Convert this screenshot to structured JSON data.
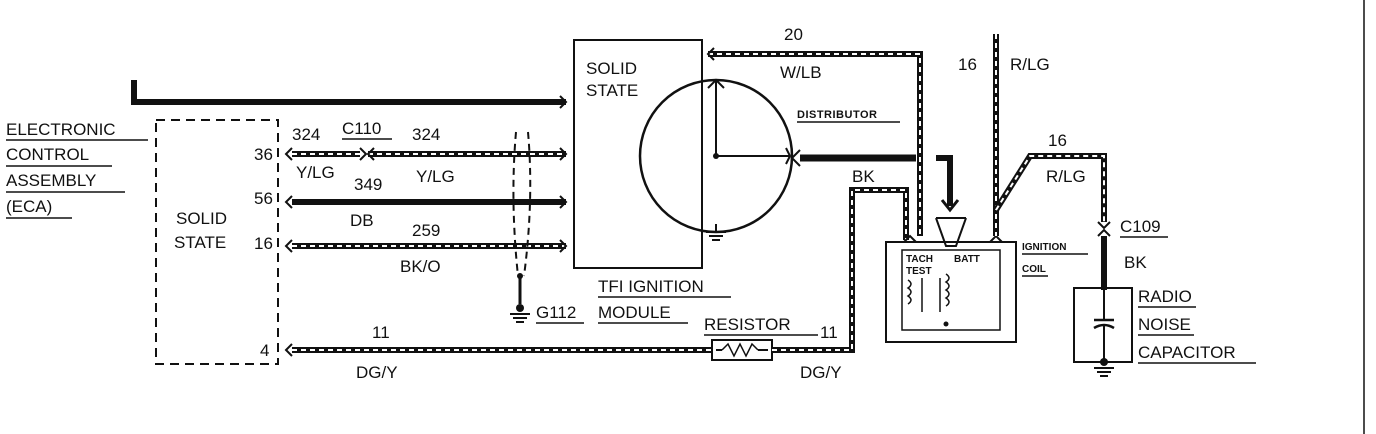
{
  "ecm": {
    "title": [
      "ELECTRONIC",
      "CONTROL",
      "ASSEMBLY",
      "(ECA)"
    ],
    "inner": [
      "SOLID",
      "STATE"
    ],
    "pins": [
      "36",
      "56",
      "16",
      "4"
    ]
  },
  "tfi": {
    "inner": [
      "SOLID",
      "STATE"
    ],
    "title": [
      "TFI IGNITION",
      "MODULE"
    ]
  },
  "distributor_label": "DISTRIBUTOR",
  "coil": {
    "label": [
      "IGNITION",
      "COIL"
    ],
    "tach": [
      "TACH",
      "TEST"
    ],
    "batt": "BATT"
  },
  "capacitor_label": [
    "RADIO",
    "NOISE",
    "CAPACITOR"
  ],
  "resistor_label": "RESISTOR",
  "connectors": {
    "c110": "C110",
    "c109": "C109"
  },
  "ground": "G112",
  "wires": {
    "w20_num": "20",
    "w20_col": "W/LB",
    "w324a_num": "324",
    "w324a_col": "Y/LG",
    "w324b_num": "324",
    "w324b_col": "Y/LG",
    "w349_num": "349",
    "w349_col": "DB",
    "w259_num": "259",
    "w259_col": "BK/O",
    "w11a_num": "11",
    "w11a_col": "DG/Y",
    "w11b_num": "11",
    "w11b_col": "DG/Y",
    "bk_top": "BK",
    "w16a_num": "16",
    "w16a_col": "R/LG",
    "w16b_num": "16",
    "w16b_col": "R/LG",
    "bk_cap": "BK"
  }
}
